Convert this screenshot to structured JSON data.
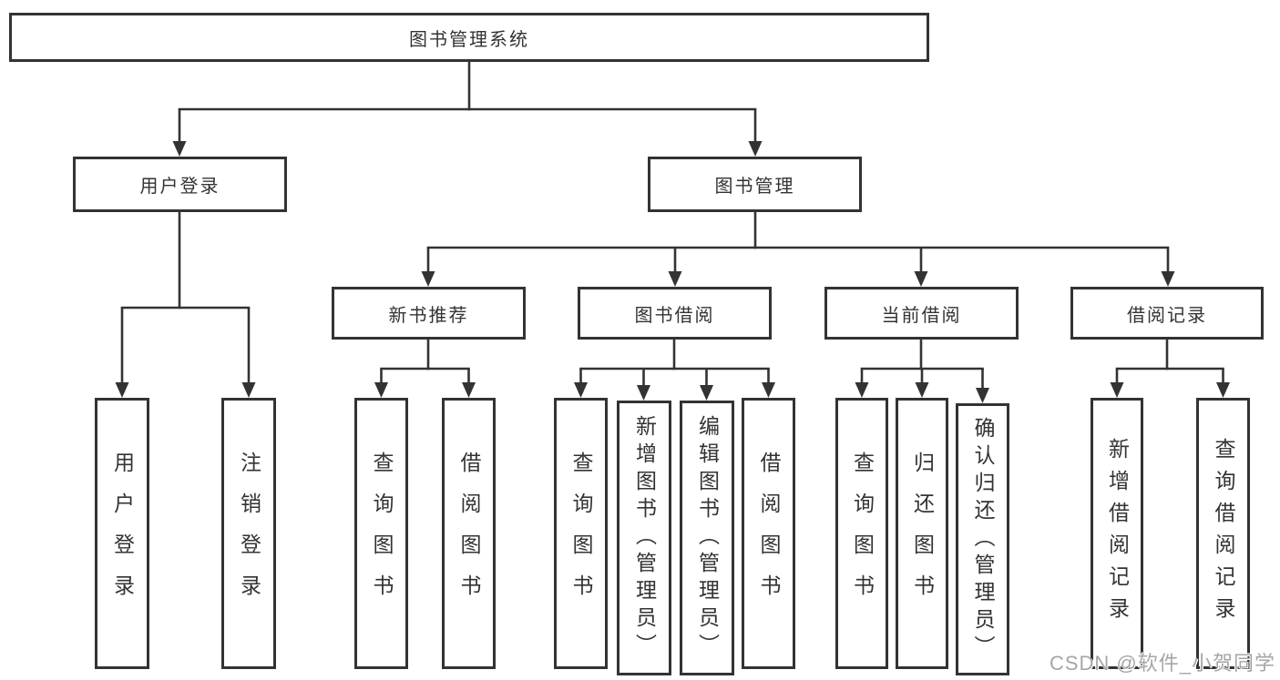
{
  "tree": {
    "root": "图书管理系统",
    "branches": [
      {
        "label": "用户登录",
        "children": [
          "用户登录",
          "注销登录"
        ]
      },
      {
        "label": "图书管理",
        "groups": [
          {
            "label": "新书推荐",
            "children": [
              "查询图书",
              "借阅图书"
            ]
          },
          {
            "label": "图书借阅",
            "children": [
              "查询图书",
              "新增图书（管理员）",
              "编辑图书（管理员）",
              "借阅图书"
            ]
          },
          {
            "label": "当前借阅",
            "children": [
              "查询图书",
              "归还图书",
              "确认归还（管理员）"
            ]
          },
          {
            "label": "借阅记录",
            "children": [
              "新增借阅记录",
              "查询借阅记录"
            ]
          }
        ]
      }
    ]
  },
  "watermark": "CSDN @软件_小贺同学",
  "colors": {
    "line": "#333333",
    "text": "#333333",
    "background": "#ffffff",
    "watermark": "#a6a6a6"
  }
}
